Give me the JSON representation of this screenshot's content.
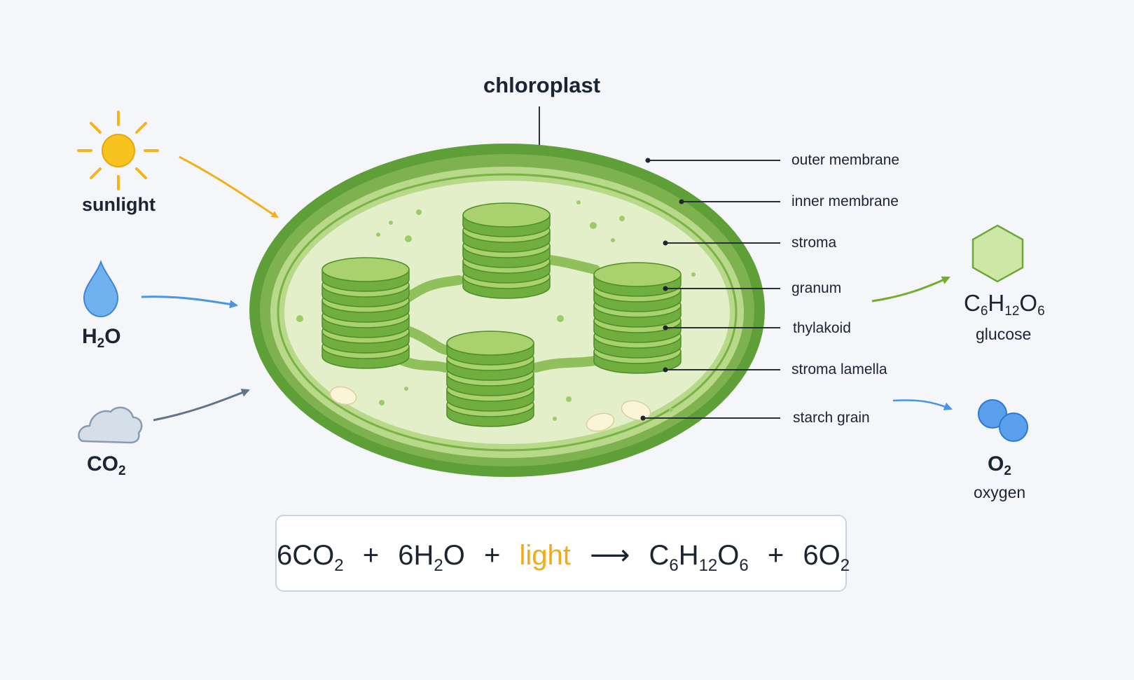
{
  "title": "chloroplast",
  "inputs": {
    "sunlight": "sunlight",
    "water": {
      "main": "H",
      "sub": "2",
      "tail": "O"
    },
    "co2": {
      "main": "CO",
      "sub": "2"
    }
  },
  "outputs": {
    "glucose": {
      "c": "C",
      "c_sub": "6",
      "h": "H",
      "h_sub": "12",
      "o": "O",
      "o_sub": "6",
      "name": "glucose"
    },
    "oxygen": {
      "o": "O",
      "o_sub": "2",
      "name": "oxygen"
    }
  },
  "callouts": {
    "outer_membrane": "outer membrane",
    "inner_membrane": "inner membrane",
    "stroma": "stroma",
    "granum": "granum",
    "thylakoid": "thylakoid",
    "stroma_lamella": "stroma lamella",
    "starch_grain": "starch grain"
  },
  "equation": {
    "t1": "6CO",
    "t1_sub": "2",
    "plus1": "+",
    "t2a": "6H",
    "t2_sub": "2",
    "t2b": "O",
    "plus2": "+",
    "light": "light",
    "arrow": "⟶",
    "p1_c": "C",
    "p1_c_sub": "6",
    "p1_h": "H",
    "p1_h_sub": "12",
    "p1_o": "O",
    "p1_o_sub": "6",
    "plus3": "+",
    "p2": "6O",
    "p2_sub": "2"
  },
  "colors": {
    "outer_green": "#5e9f37",
    "inner_green": "#a5cc6e",
    "stroma_fill": "#e3efc9",
    "granum_top": "#a9d16d",
    "granum_side": "#6fae3f",
    "sun": "#f4b41a",
    "water": "#5aa6e8",
    "cloud": "#d5dfea",
    "oxygen": "#4a90e2",
    "glucose": "#cfe7a6",
    "light_text": "#f2ab16"
  }
}
